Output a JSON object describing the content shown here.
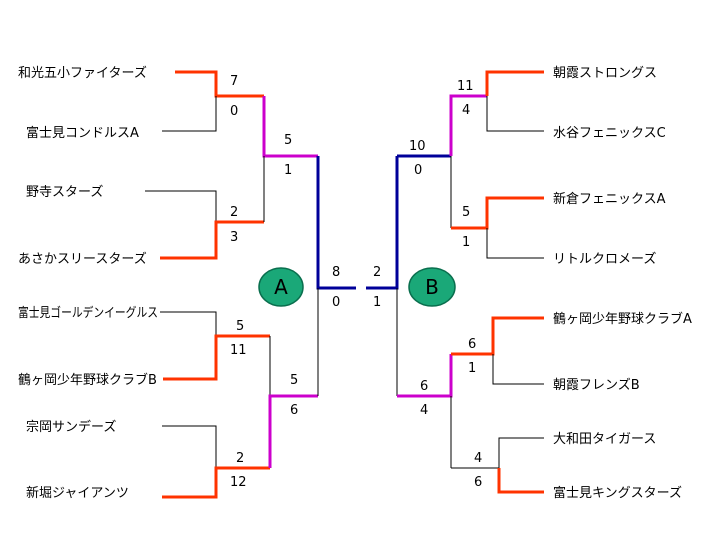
{
  "colors": {
    "loser_line": "#000000",
    "winner_first_round": "#ff3300",
    "winner_second_round": "#cc00cc",
    "winner_semi_final": "#000099",
    "pool_circle": "#1aa878"
  },
  "pools": {
    "left": "A",
    "right": "B"
  },
  "left_teams": [
    "和光五小ファイターズ",
    "富士見コンドルスA",
    "野寺スターズ",
    "あさかスリースターズ",
    "富士見ゴールデンイーグルス",
    "鶴ヶ岡少年野球クラブB",
    "宗岡サンデーズ",
    "新堀ジャイアンツ"
  ],
  "right_teams": [
    "朝霞ストロングス",
    "水谷フェニックスC",
    "新倉フェニックスA",
    "リトルクロメーズ",
    "鶴ヶ岡少年野球クラブA",
    "朝霞フレンズB",
    "大和田タイガース",
    "富士見キングスターズ"
  ],
  "scores": {
    "left_r1": [
      [
        "7",
        "0"
      ],
      [
        "2",
        "3"
      ],
      [
        "5",
        "11"
      ],
      [
        "2",
        "12"
      ]
    ],
    "left_r2": [
      [
        "5",
        "1"
      ],
      [
        "5",
        "6"
      ]
    ],
    "left_final": [
      "8",
      "0"
    ],
    "right_final": [
      "2",
      "1"
    ],
    "right_r2": [
      [
        "10",
        "0"
      ],
      [
        "6",
        "4"
      ]
    ],
    "right_r1": [
      [
        "11",
        "4"
      ],
      [
        "5",
        "1"
      ],
      [
        "6",
        "1"
      ],
      [
        "4",
        "6"
      ]
    ]
  }
}
